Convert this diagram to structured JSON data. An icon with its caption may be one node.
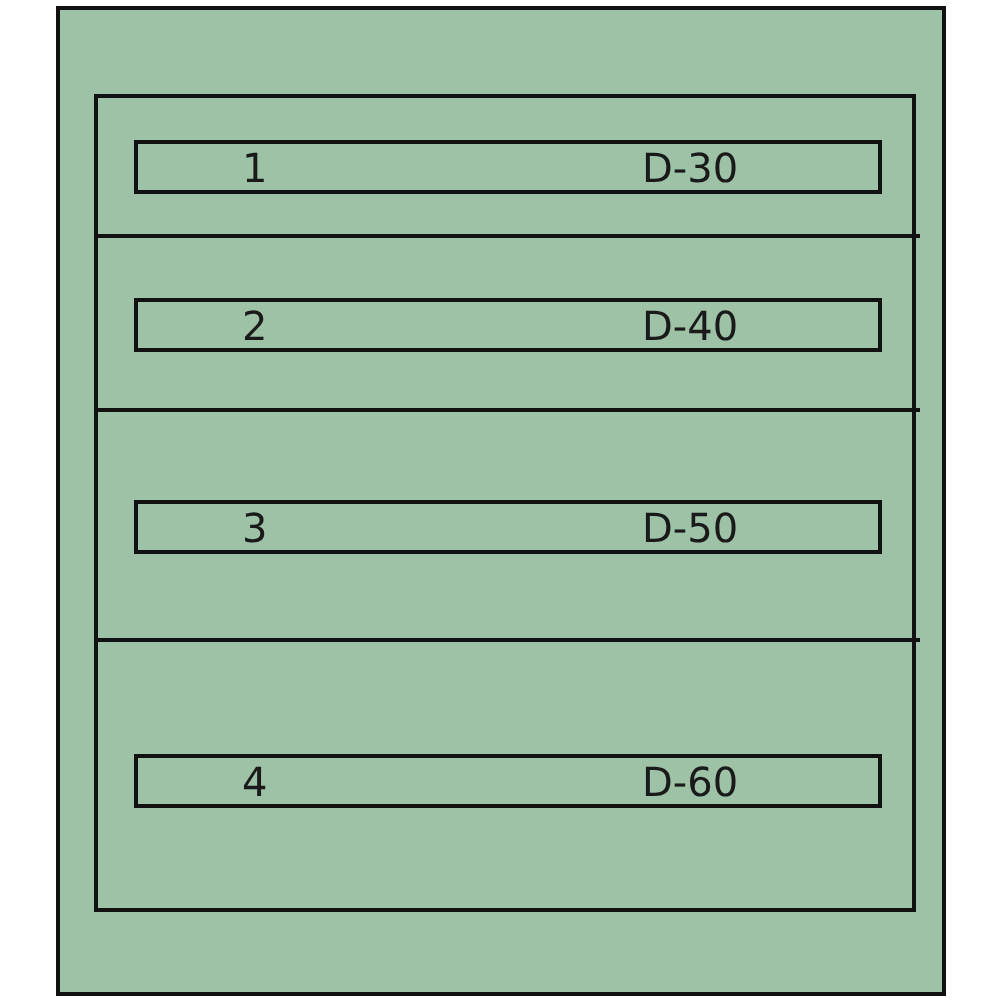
{
  "diagram": {
    "nodes": [
      {
        "text": [],
        "shape": "box"
      },
      {
        "text": [],
        "shape": "box",
        "in": 0
      },
      {
        "text": [],
        "shape": "box",
        "in": 1
      },
      {
        "text": [
          "1",
          "D-30"
        ],
        "in": 2
      },
      {
        "text": [],
        "shape": "box",
        "in": 1
      },
      {
        "text": [
          "2",
          "D-40"
        ],
        "in": 4
      },
      {
        "text": [],
        "shape": "box",
        "in": 1
      },
      {
        "text": [
          "3",
          "D-50"
        ],
        "in": 6
      },
      {
        "text": [],
        "shape": "box",
        "in": 1
      },
      {
        "text": [
          "4",
          "D-60"
        ],
        "in": 8
      }
    ]
  }
}
